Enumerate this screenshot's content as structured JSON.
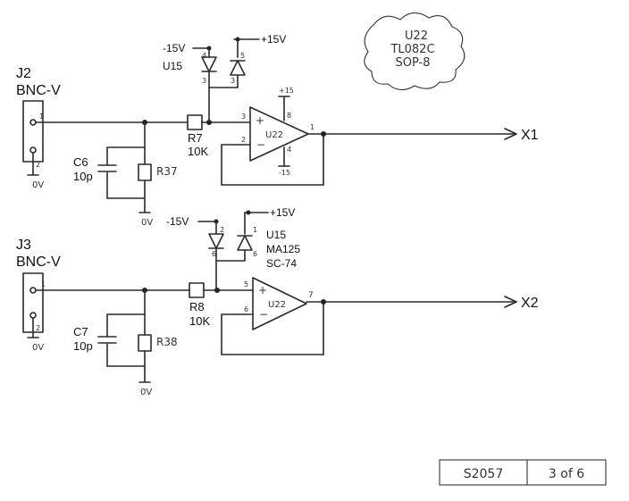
{
  "note": {
    "lines": [
      "U22",
      "TL082C",
      "SOP-8"
    ]
  },
  "ch1": {
    "connector_ref": "J2",
    "connector_type": "BNC-V",
    "pin_center": "1",
    "pin_shield": "2",
    "ground_label": "0V",
    "cap_ref": "C6",
    "cap_value": "10p",
    "res_shunt": "R37",
    "res_ref": "R7",
    "res_value": "10K",
    "neg_rail": "-15V",
    "pos_rail": "+15V",
    "diode_ref": "U15",
    "diode_pins": [
      "4",
      "5",
      "3",
      "3"
    ],
    "opamp_ref": "U22",
    "opamp_pins": {
      "in_plus": "3",
      "in_minus": "2",
      "out": "1",
      "vcc": "8",
      "vee": "4"
    },
    "supply_pos": "+15",
    "supply_neg": "-15",
    "output": "X1"
  },
  "ch2": {
    "connector_ref": "J3",
    "connector_type": "BNC-V",
    "pin_center": "1",
    "pin_shield": "2",
    "ground_label": "0V",
    "cap_ref": "C7",
    "cap_value": "10p",
    "res_shunt": "R38",
    "res_ref": "R8",
    "res_value": "10K",
    "neg_rail": "-15V",
    "pos_rail": "+15V",
    "diode_ref": "U15",
    "diode_part": "MA125",
    "diode_pkg": "SC-74",
    "diode_pins": [
      "2",
      "1",
      "6",
      "6"
    ],
    "opamp_ref": "U22",
    "opamp_pins": {
      "in_plus": "5",
      "in_minus": "6",
      "out": "7"
    },
    "output": "X2"
  },
  "titleblock": {
    "drawing_no": "S2057",
    "sheet": "3 of 6"
  }
}
